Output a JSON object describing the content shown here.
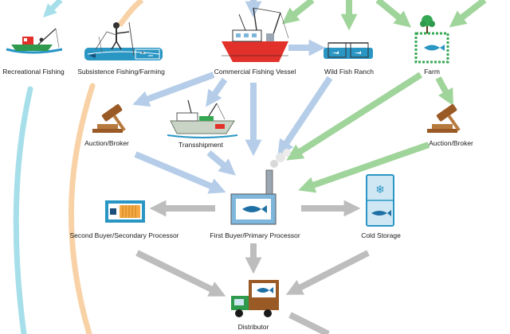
{
  "colors": {
    "blue_arrow": "#b5cde8",
    "green_arrow": "#9fd49a",
    "gray_arrow": "#bdbdbd",
    "cyan_curve": "#a6dfea",
    "orange_curve": "#f8d2a6",
    "water": "#2a96c4",
    "hull_red": "#e2312b",
    "auction_brown": "#9a5a26"
  },
  "nodes": {
    "recreational": {
      "label": "Recreational Fishing",
      "icon": "recreational-boat-icon"
    },
    "subsistence": {
      "label": "Subsistence Fishing/Farming",
      "icon": "subsistence-fisher-icon"
    },
    "commercial": {
      "label": "Commercial Fishing Vessel",
      "icon": "commercial-vessel-icon"
    },
    "wild_ranch": {
      "label": "Wild Fish Ranch",
      "icon": "fish-pen-icon"
    },
    "farm": {
      "label": "Farm",
      "icon": "fish-farm-icon"
    },
    "auction_left": {
      "label": "Auction/Broker",
      "icon": "gavel-icon"
    },
    "transshipment": {
      "label": "Transshipment",
      "icon": "transshipment-vessel-icon"
    },
    "auction_right": {
      "label": "Auction/Broker",
      "icon": "gavel-icon"
    },
    "second_buyer": {
      "label": "Second Buyer/Secondary Processor",
      "icon": "processing-line-icon"
    },
    "first_buyer": {
      "label": "First Buyer/Primary Processor",
      "icon": "factory-icon"
    },
    "cold_storage": {
      "label": "Cold Storage",
      "icon": "freezer-icon"
    },
    "distributor": {
      "label": "Distributor",
      "icon": "delivery-truck-icon"
    }
  }
}
